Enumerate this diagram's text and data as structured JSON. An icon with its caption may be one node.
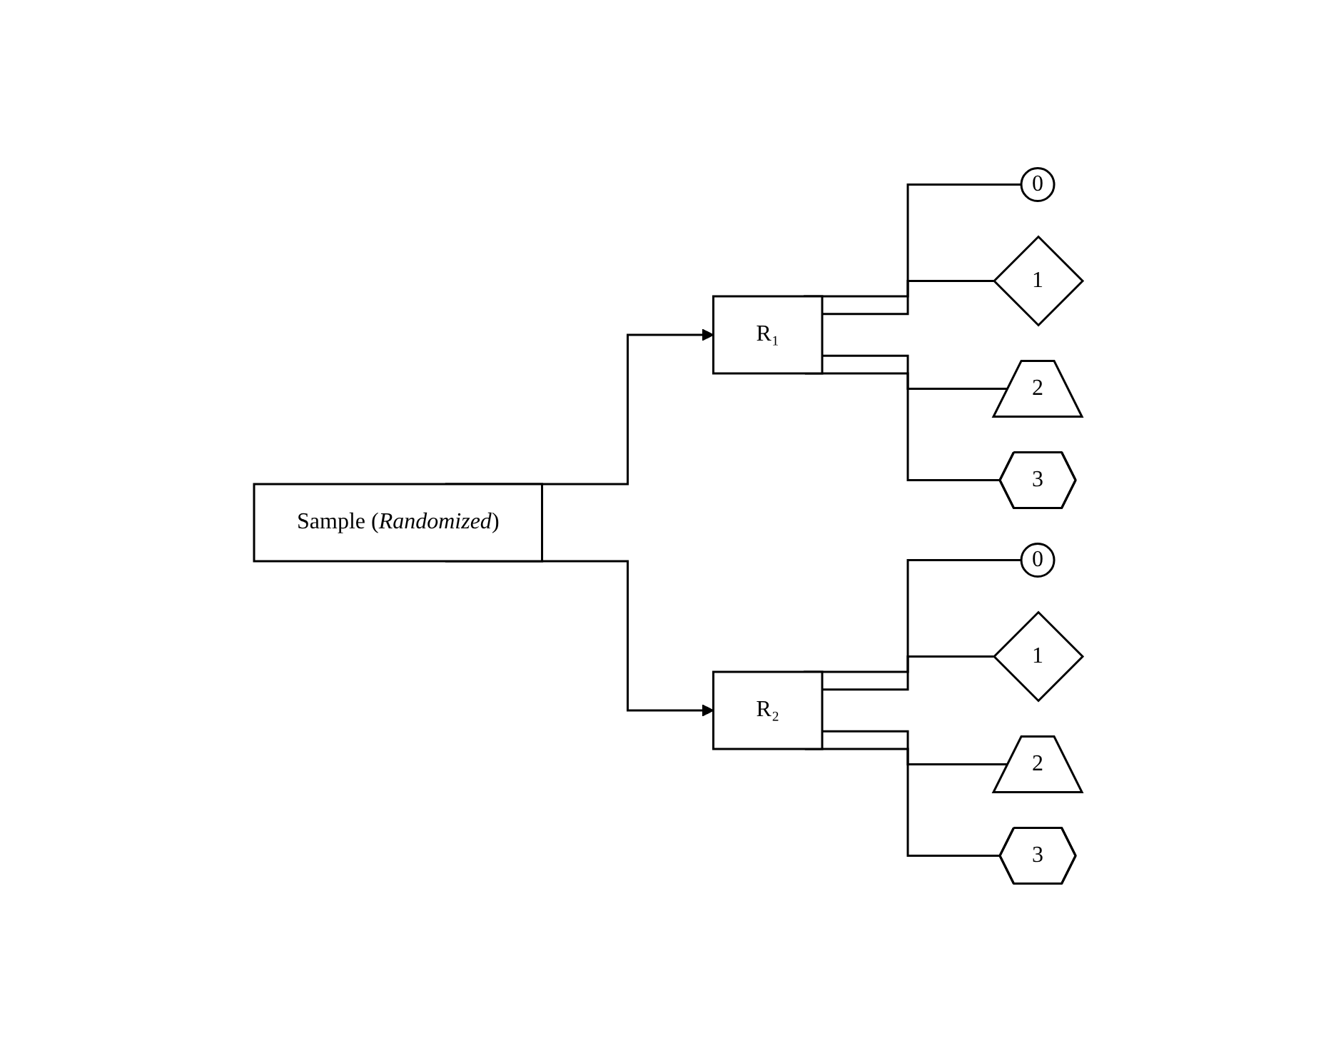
{
  "diagram": {
    "nodes": [
      {
        "text": [
          "Sample (*Randomized*)"
        ]
      },
      {
        "text": [
          "R₁"
        ]
      },
      {
        "text": [
          "R₂"
        ]
      },
      {
        "text": [
          "0"
        ]
      },
      {
        "text": [
          "1"
        ]
      },
      {
        "text": [
          "2"
        ]
      },
      {
        "text": [
          "3"
        ]
      },
      {
        "text": [
          "0"
        ]
      },
      {
        "text": [
          "1"
        ]
      },
      {
        "text": [
          "2"
        ]
      },
      {
        "text": [
          "3"
        ]
      }
    ],
    "edges": [
      {
        "from": 0,
        "to": 1,
        "arrow": "to"
      },
      {
        "from": 0,
        "to": 2,
        "arrow": "to"
      },
      {
        "from": 1,
        "to": 3,
        "arrow": "none"
      },
      {
        "from": 1,
        "to": 4,
        "arrow": "none"
      },
      {
        "from": 1,
        "to": 5,
        "arrow": "none"
      },
      {
        "from": 1,
        "to": 6,
        "arrow": "none"
      },
      {
        "from": 2,
        "to": 7,
        "arrow": "none"
      },
      {
        "from": 2,
        "to": 8,
        "arrow": "none"
      },
      {
        "from": 2,
        "to": 9,
        "arrow": "none"
      },
      {
        "from": 2,
        "to": 10,
        "arrow": "none"
      }
    ]
  }
}
